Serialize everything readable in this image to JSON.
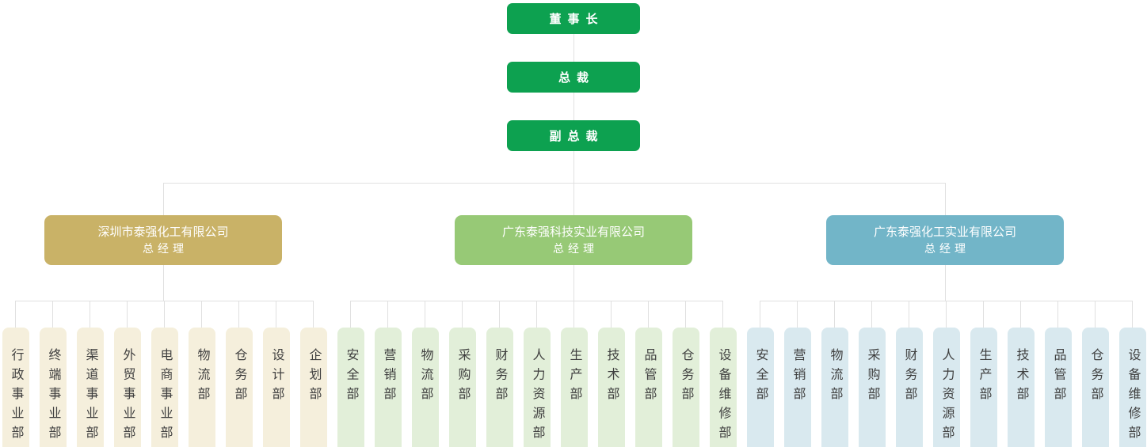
{
  "chart": {
    "line_color": "#e0e0e0",
    "leaf_text_color": "#3f3f3f",
    "top_chain": [
      {
        "id": "chairman",
        "label": "董事长",
        "color": "#0da150"
      },
      {
        "id": "president",
        "label": "总裁",
        "color": "#0da150"
      },
      {
        "id": "vice-president",
        "label": "副总裁",
        "color": "#0da150"
      }
    ],
    "branches": [
      {
        "id": "shenzhen-taiqiang-chemical",
        "title": "深圳市泰强化工有限公司",
        "subtitle": "总经理",
        "color": "#c9b267",
        "leaf_color": "#f5efdc",
        "departments": [
          "行政事业部",
          "终端事业部",
          "渠道事业部",
          "外贸事业部",
          "电商事业部",
          "物流部",
          "仓务部",
          "设计部",
          "企划部"
        ]
      },
      {
        "id": "guangdong-taiqiang-tech",
        "title": "广东泰强科技实业有限公司",
        "subtitle": "总经理",
        "color": "#97c976",
        "leaf_color": "#e2efd9",
        "departments": [
          "安全部",
          "营销部",
          "物流部",
          "采购部",
          "财务部",
          "人力资源部",
          "生产部",
          "技术部",
          "品管部",
          "仓务部",
          "设备维修部"
        ]
      },
      {
        "id": "guangdong-taiqiang-chemical",
        "title": "广东泰强化工实业有限公司",
        "subtitle": "总经理",
        "color": "#72b5c8",
        "leaf_color": "#d9e9ef",
        "departments": [
          "安全部",
          "营销部",
          "物流部",
          "采购部",
          "财务部",
          "人力资源部",
          "生产部",
          "技术部",
          "品管部",
          "仓务部",
          "设备维修部"
        ]
      }
    ]
  }
}
